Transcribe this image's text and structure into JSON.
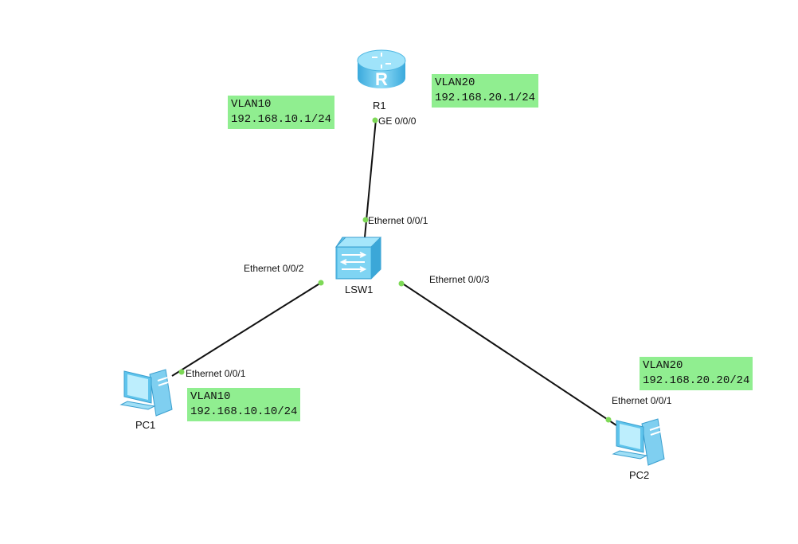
{
  "devices": {
    "r1": {
      "label": "R1",
      "icon": "router-icon"
    },
    "lsw1": {
      "label": "LSW1",
      "icon": "switch-icon"
    },
    "pc1": {
      "label": "PC1",
      "icon": "pc-icon"
    },
    "pc2": {
      "label": "PC2",
      "icon": "pc-icon"
    }
  },
  "ports": {
    "r1_ge000": "GE 0/0/0",
    "lsw1_e001": "Ethernet 0/0/1",
    "lsw1_e002": "Ethernet 0/0/2",
    "lsw1_e003": "Ethernet 0/0/3",
    "pc1_e001": "Ethernet 0/0/1",
    "pc2_e001": "Ethernet 0/0/1"
  },
  "notes": {
    "r1_vlan10": {
      "vlan": "VLAN10",
      "ip": "192.168.10.1/24"
    },
    "r1_vlan20": {
      "vlan": "VLAN20",
      "ip": "192.168.20.1/24"
    },
    "pc1": {
      "vlan": "VLAN10",
      "ip": "192.168.10.10/24"
    },
    "pc2": {
      "vlan": "VLAN20",
      "ip": "192.168.20.20/24"
    }
  },
  "colors": {
    "note_bg": "#90ee90",
    "port_dot": "#7ed957",
    "link": "#111111",
    "device_blue": "#5fc4ec"
  }
}
